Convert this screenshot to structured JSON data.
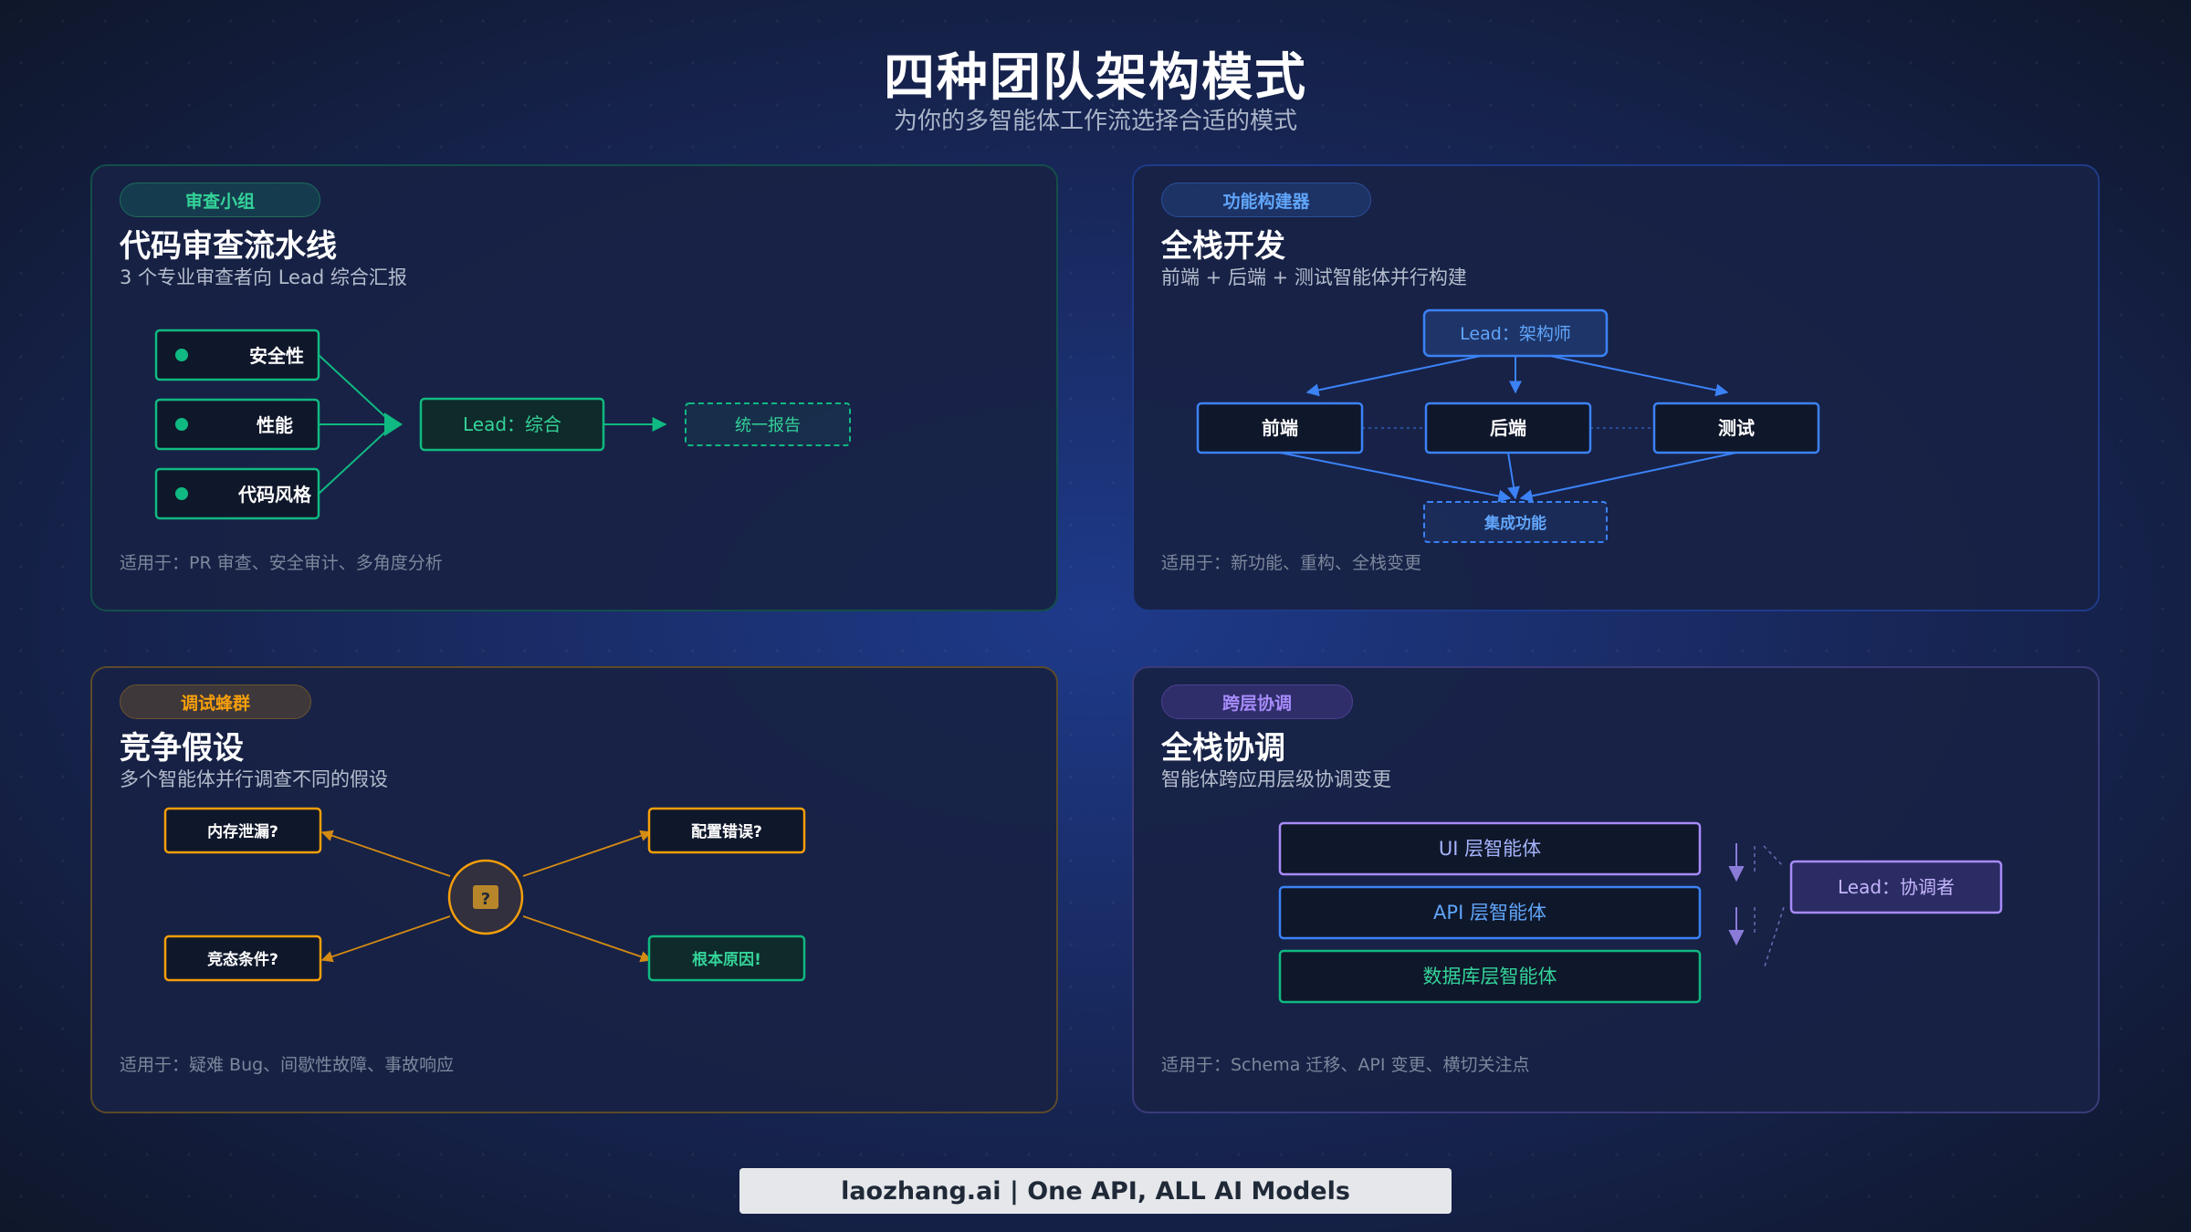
{
  "header": {
    "title": "四种团队架构模式",
    "subtitle": "为你的多智能体工作流选择合适的模式"
  },
  "colors": {
    "green": "#10b981",
    "blue": "#3b82f6",
    "orange": "#f59e0b",
    "purple": "#a78bfa"
  },
  "cards": {
    "review": {
      "badge": "审查小组",
      "title": "代码审查流水线",
      "desc": "3 个专业审查者向 Lead 综合汇报",
      "reviewers": [
        "安全性",
        "性能",
        "代码风格"
      ],
      "lead": "Lead：综合",
      "output": "统一报告",
      "foot": "适用于：PR 审查、安全审计、多角度分析"
    },
    "feature": {
      "badge": "功能构建器",
      "title": "全栈开发",
      "desc": "前端 + 后端 + 测试智能体并行构建",
      "lead": "Lead：架构师",
      "workers": [
        "前端",
        "后端",
        "测试"
      ],
      "output": "集成功能",
      "foot": "适用于：新功能、重构、全栈变更"
    },
    "debug": {
      "badge": "调试蜂群",
      "title": "竞争假设",
      "desc": "多个智能体并行调查不同的假设",
      "center": "?",
      "hypotheses": [
        "内存泄漏?",
        "配置错误?",
        "竞态条件?"
      ],
      "result": "根本原因!",
      "foot": "适用于：疑难 Bug、间歇性故障、事故响应"
    },
    "cross": {
      "badge": "跨层协调",
      "title": "全栈协调",
      "desc": "智能体跨应用层级协调变更",
      "layers": [
        "UI 层智能体",
        "API 层智能体",
        "数据库层智能体"
      ],
      "lead": "Lead：协调者",
      "foot": "适用于：Schema 迁移、API 变更、横切关注点"
    }
  },
  "footer": {
    "text": "laozhang.ai | One API, ALL AI Models"
  }
}
